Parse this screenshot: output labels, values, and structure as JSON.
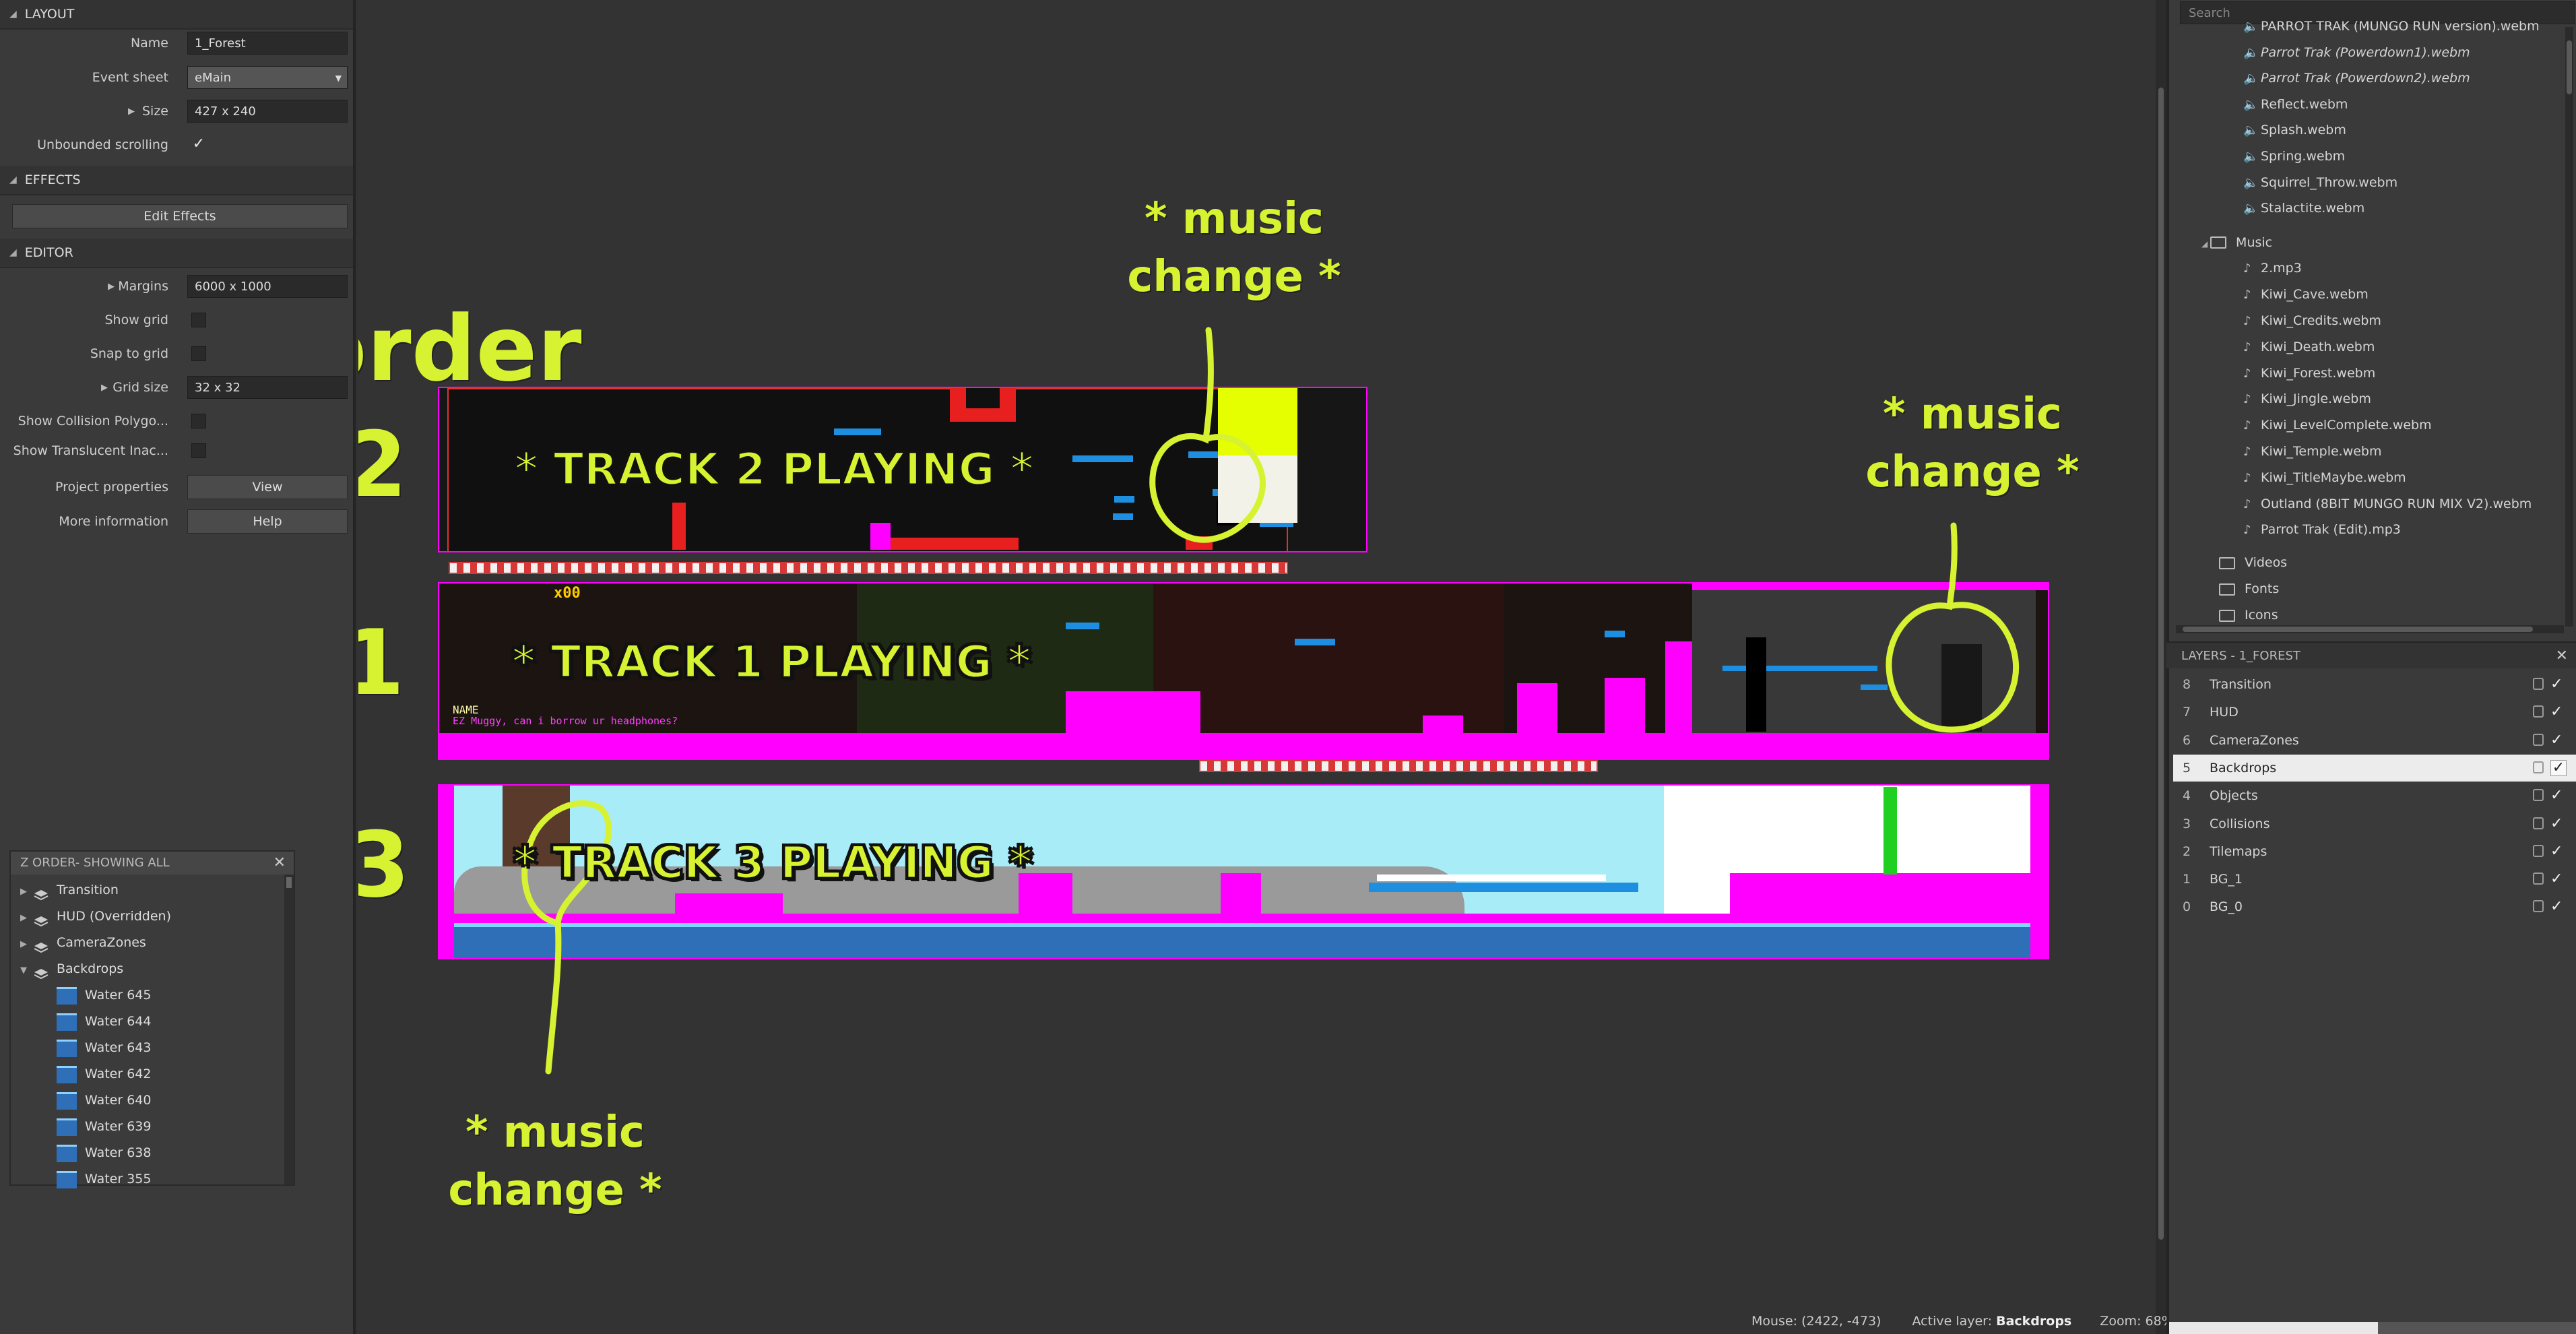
{
  "layout_section": {
    "title": "LAYOUT",
    "name_label": "Name",
    "name_value": "1_Forest",
    "event_sheet_label": "Event sheet",
    "event_sheet_value": "eMain",
    "size_label": "Size",
    "size_value": "427 x 240",
    "unbounded_label": "Unbounded scrolling",
    "unbounded_checked": "✓"
  },
  "effects_section": {
    "title": "EFFECTS",
    "edit_effects_label": "Edit Effects"
  },
  "editor_section": {
    "title": "EDITOR",
    "margins_label": "Margins",
    "margins_value": "6000 x 1000",
    "show_grid_label": "Show grid",
    "snap_label": "Snap to grid",
    "grid_size_label": "Grid size",
    "grid_size_value": "32 x 32",
    "collision_label": "Show Collision Polygo...",
    "translucent_label": "Show Translucent Inac...",
    "project_props_label": "Project properties",
    "project_props_btn": "View",
    "more_info_label": "More information",
    "more_info_btn": "Help"
  },
  "zorder": {
    "title": "Z ORDER- SHOWING ALL",
    "layers": [
      "Transition",
      "HUD (Overridden)",
      "CameraZones",
      "Backdrops"
    ],
    "items": [
      "Water 645",
      "Water 644",
      "Water 643",
      "Water 642",
      "Water 640",
      "Water 639",
      "Water 638",
      "Water 355"
    ]
  },
  "annotations": {
    "order": "order",
    "num_2": "2",
    "num_1": "1",
    "num_3": "3",
    "music_change_line1": "* music",
    "music_change_line2": "change *",
    "track2": "* TRACK 2 PLAYING *",
    "track1": "* TRACK 1 PLAYING *",
    "track3": "* TRACK 3 PLAYING *"
  },
  "game_text": {
    "counter": "x00",
    "name_tag": "NAME",
    "dialog": "EZ Muggy, can i borrow ur headphones?"
  },
  "status": {
    "mouse": "Mouse: (2422, -473)",
    "active_layer_label": "Active layer:",
    "active_layer_value": "Backdrops",
    "zoom": "Zoom: 68%"
  },
  "project": {
    "search_placeholder": "Search",
    "sounds": [
      {
        "label": "PARROT TRAK (MUNGO RUN version).webm",
        "italic": false
      },
      {
        "label": "Parrot Trak (Powerdown1).webm",
        "italic": true
      },
      {
        "label": "Parrot Trak (Powerdown2).webm",
        "italic": true
      },
      {
        "label": "Reflect.webm",
        "italic": false
      },
      {
        "label": "Splash.webm",
        "italic": false
      },
      {
        "label": "Spring.webm",
        "italic": false
      },
      {
        "label": "Squirrel_Throw.webm",
        "italic": false
      },
      {
        "label": "Stalactite.webm",
        "italic": false
      }
    ],
    "music_folder": "Music",
    "music": [
      "2.mp3",
      "Kiwi_Cave.webm",
      "Kiwi_Credits.webm",
      "Kiwi_Death.webm",
      "Kiwi_Forest.webm",
      "Kiwi_Jingle.webm",
      "Kiwi_LevelComplete.webm",
      "Kiwi_Temple.webm",
      "Kiwi_TitleMaybe.webm",
      "Outland (8BIT MUNGO RUN MIX V2).webm",
      "Parrot Trak (Edit).mp3"
    ],
    "folders": [
      "Videos",
      "Fonts",
      "Icons"
    ]
  },
  "layers_panel": {
    "title": "LAYERS - 1_FOREST",
    "layers": [
      {
        "index": "8",
        "name": "Transition"
      },
      {
        "index": "7",
        "name": "HUD"
      },
      {
        "index": "6",
        "name": "CameraZones"
      },
      {
        "index": "5",
        "name": "Backdrops"
      },
      {
        "index": "4",
        "name": "Objects"
      },
      {
        "index": "3",
        "name": "Collisions"
      },
      {
        "index": "2",
        "name": "Tilemaps"
      },
      {
        "index": "1",
        "name": "BG_1"
      },
      {
        "index": "0",
        "name": "BG_0"
      }
    ],
    "selected": "Backdrops",
    "check": "✓"
  },
  "colors": {
    "annotation": "#d7f230",
    "magenta": "#ff00ff",
    "sky": "#a8ecf8",
    "water": "#2f6fb8",
    "platform_blue": "#1e8fe0"
  }
}
